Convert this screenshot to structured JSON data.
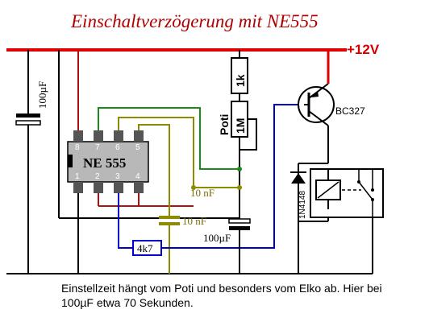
{
  "title": "Einschaltverzögerung mit NE555",
  "supply_label": "+12V",
  "ic": {
    "name": "NE 555",
    "pins_top": [
      "8",
      "7",
      "6",
      "5"
    ],
    "pins_bottom": [
      "1",
      "2",
      "3",
      "4"
    ]
  },
  "components": {
    "elko_left": "100µF",
    "resistor_top": "1k",
    "poti_label": "Poti",
    "poti_value": "1M",
    "transistor": "BC327",
    "diode": "1N4148",
    "cap_a": "10 nF",
    "cap_b": "10 nF",
    "elko_timing": "100µF",
    "resistor_base": "4k7"
  },
  "caption": "Einstellzeit hängt vom Poti und besonders vom Elko ab. Hier bei 100µF etwa 70 Sekunden.",
  "colors": {
    "supply_rail": "#e00000",
    "ground_rail": "#000000",
    "pin8_wire": "#b01010",
    "pin7_wire": "#1a8a1a",
    "threshold_wire": "#8c8c00",
    "output_wire": "#0000c8"
  }
}
